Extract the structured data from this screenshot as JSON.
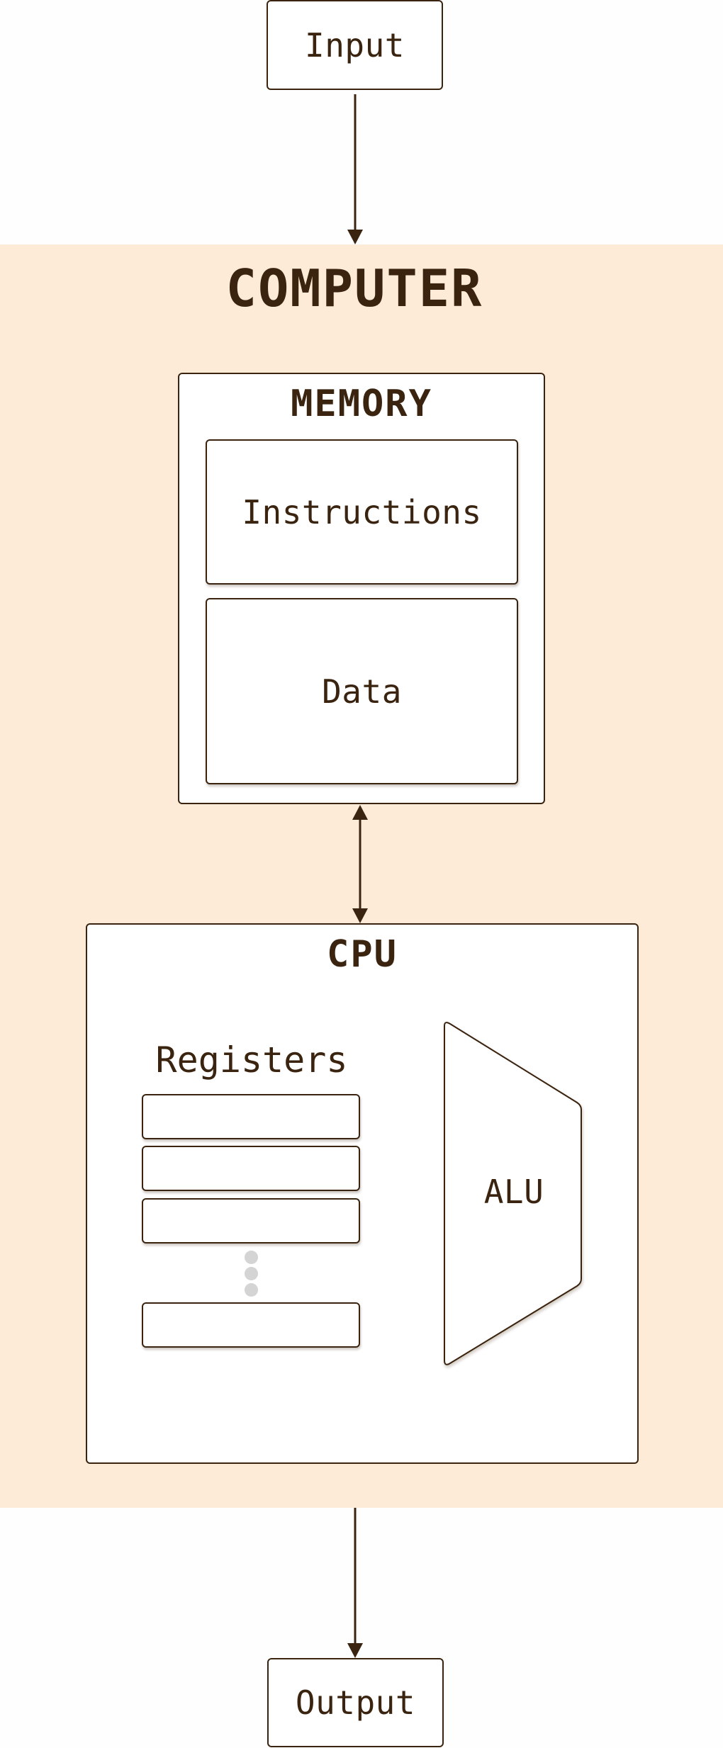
{
  "diagram": {
    "input_label": "Input",
    "output_label": "Output",
    "computer": {
      "title": "COMPUTER",
      "memory": {
        "title": "MEMORY",
        "instructions_label": "Instructions",
        "data_label": "Data"
      },
      "cpu": {
        "title": "CPU",
        "registers_label": "Registers",
        "alu_label": "ALU"
      }
    }
  },
  "colors": {
    "ink": "#3a2410",
    "panel": "#fdebd7",
    "ellipsis_dots": "#d4d4d4"
  }
}
